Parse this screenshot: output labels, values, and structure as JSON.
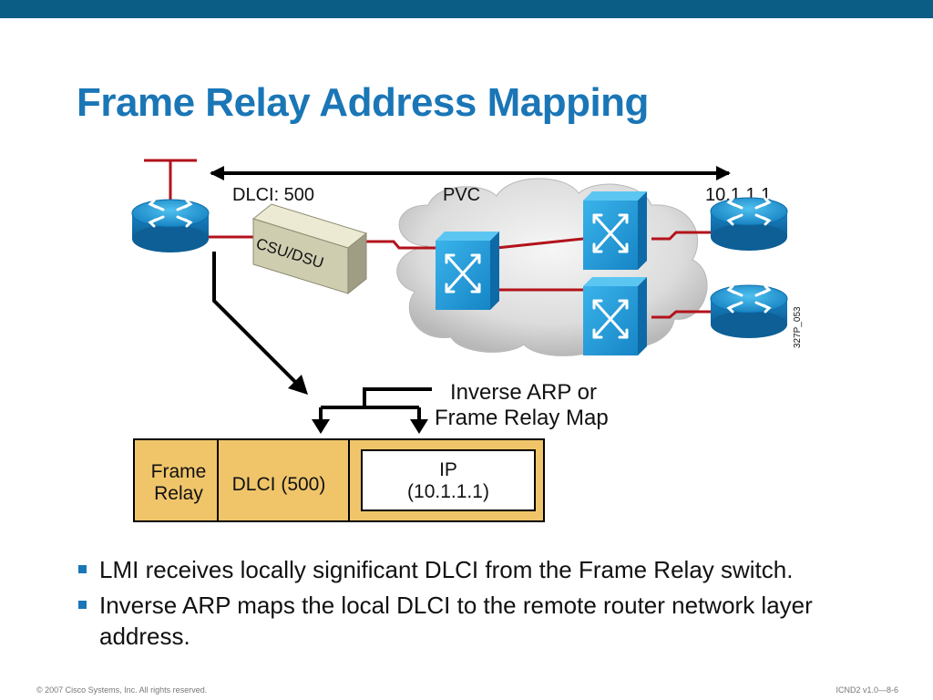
{
  "title": "Frame Relay Address Mapping",
  "diagram": {
    "dlci_label": "DLCI: 500",
    "pvc_label": "PVC",
    "remote_ip": "10.1.1.1",
    "csu_dsu_label": "CSU/DSU",
    "figure_code": "327P_053",
    "mapping_caption_line1": "Inverse ARP or",
    "mapping_caption_line2": "Frame Relay Map",
    "frame_cell_line1": "Frame",
    "frame_cell_line2": "Relay",
    "dlci_cell": "DLCI (500)",
    "ip_cell_line1": "IP",
    "ip_cell_line2": "(10.1.1.1)"
  },
  "bullets": [
    "LMI receives locally significant DLCI from the Frame Relay switch.",
    "Inverse ARP maps the local DLCI to the remote router network layer address."
  ],
  "footer": {
    "copyright": "© 2007 Cisco Systems, Inc. All rights reserved.",
    "course_code": "ICND2 v1.0—8-6"
  },
  "colors": {
    "title_blue": "#1a76b6",
    "top_bar": "#0b5d86",
    "link_red": "#b3121b",
    "device_blue": "#1c9ad6",
    "table_fill": "#f0c56a"
  }
}
